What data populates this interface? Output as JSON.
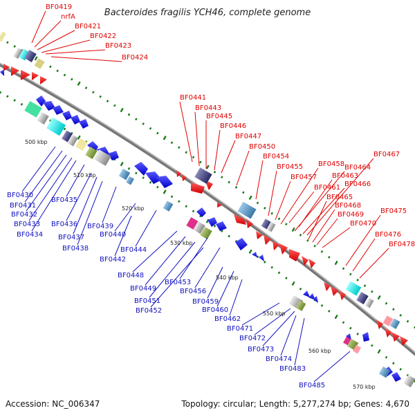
{
  "title": "Bacteroides fragilis YCH46, complete genome",
  "footer": {
    "accession": "Accession: NC_006347",
    "topology": "Topology: circular; Length: 5,277,274 bp; Genes: 4,670"
  },
  "scale_labels": [
    "500 kbp",
    "510 kbp",
    "520 kbp",
    "530 kbp",
    "540 kbp",
    "550 kbp",
    "560 kbp",
    "570 kbp"
  ],
  "forward_genes": [
    "BF0419",
    "nrfA",
    "BF0421",
    "BF0422",
    "BF0423",
    "BF0424",
    "BF0441",
    "BF0443",
    "BF0445",
    "BF0446",
    "BF0447",
    "BF0450",
    "BF0454",
    "BF0455",
    "BF0457",
    "BF0458",
    "BF0464",
    "BF0467",
    "BF0461",
    "BF0463",
    "BF0466",
    "BF0465",
    "BF0468",
    "BF0469",
    "BF0470",
    "BF0475",
    "BF0476",
    "BF0478"
  ],
  "reverse_genes": [
    "BF0430",
    "BF0431",
    "BF0432",
    "BF0433",
    "BF0434",
    "BF0435",
    "BF0436",
    "BF0437",
    "BF0438",
    "BF0439",
    "BF0440",
    "BF0444",
    "BF0442",
    "BF0448",
    "BF0449",
    "BF0451",
    "BF0452",
    "BF0453",
    "BF0456",
    "BF0459",
    "BF0460",
    "BF0462",
    "BF0471",
    "BF0472",
    "BF0473",
    "BF0474",
    "BF0483",
    "BF0485"
  ],
  "colors": {
    "forward": "#ff0000",
    "reverse": "#0000ff",
    "backbone": "#888888",
    "tick": "#1a7a1a"
  }
}
